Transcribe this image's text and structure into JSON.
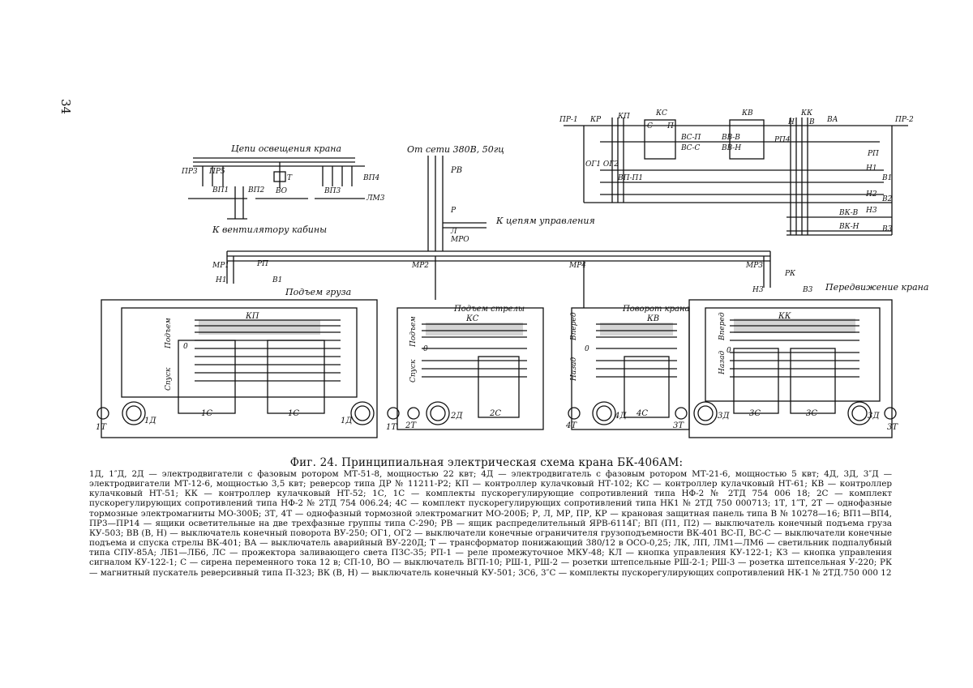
{
  "page_number": "34",
  "caption": "Фиг. 24. Принципиальная электрическая схема крана БК-406АМ:",
  "diagram_labels": {
    "lighting_title": "Цепи освещения крана",
    "cabin_fan": "К вентилятору кабины",
    "power_supply": "От сети 380В, 50гц",
    "to_control": "К цепям управления",
    "hoist_title": "Подъем груза",
    "boom_title": "Подъем стрелы",
    "slew_title": "Поворот крана",
    "travel_title": "Передвижение крана",
    "kp": "КП",
    "ks": "КС",
    "kv": "КВ",
    "kk": "КК",
    "rv": "РВ",
    "rp": "РП",
    "rk": "РК",
    "mp1": "МР1",
    "mp2": "МР2",
    "mp3": "МР3",
    "mp4": "МР4",
    "mpo": "МРО",
    "p": "Р",
    "l": "Л",
    "n1": "Н1",
    "v1": "В1",
    "n3": "Н3",
    "v3": "В3",
    "up": "Подъем",
    "down": "Спуск",
    "forward": "Вперед",
    "back": "Назад",
    "zero": "0",
    "m1d": "1Д",
    "m1d2": "1Д",
    "m2d": "2Д",
    "m4d": "4Д",
    "m3d": "3Д",
    "m3d2": "3Д",
    "t1": "1Т",
    "t1b": "1Т",
    "t2": "2Т",
    "t4": "4Т",
    "t3": "3Т",
    "t3b": "3Т",
    "r1c": "1С",
    "r1c2": "1С",
    "r2c": "2С",
    "r4c": "4С",
    "r3c": "3С",
    "r3c2": "3С",
    "pr1": "ПР-1",
    "pr2": "ПР-2",
    "kr": "КР",
    "vs_p": "ВС-П",
    "vs_s": "ВС-С",
    "vv_v": "ВВ-В",
    "vv_n": "ВВ-Н",
    "og": "ОГ1 ОГ2",
    "vp_p1": "ВП-П1",
    "vk_v": "ВК-В",
    "vk_n": "ВК-Н",
    "rp4": "РП4",
    "va": "ВА",
    "hdr_n": "Н",
    "hdr_v": "В",
    "hdr_s": "С",
    "hdr_p": "П",
    "hdr_kp": "КП",
    "b1": "В1",
    "b2": "В2",
    "b3": "В3",
    "h1": "Н1",
    "h2": "Н2",
    "h3": "Н3",
    "pr3": "ПР3",
    "pr5": "ПР5",
    "vp1": "ВП1",
    "vp2": "ВП2",
    "vp3": "ВП3",
    "vp4": "ВП4",
    "lm3": "ЛМ3",
    "t_trans": "Т",
    "vo": "ВО"
  },
  "legend": "1Д, 1″Д, 2Д — электродвигатели с фазовым ротором МТ-51-8, мощностью 22 квт; 4Д — электродвигатель с фазовым ротором МТ-21-6, мощностью 5 квт; 4Д, 3Д, 3″Д — электродвигатели МТ-12-6, мощностью 3,5 квт; реверсор типа ДР № 11211-Р2; КП — контроллер кулачковый НТ-102; КС — контроллер кулачковый НТ-61; КВ — контроллер кулачковый НТ-51; КК — контроллер кулачковый НТ-52; 1С, 1С — комплекты пускорегулирующие сопротивлений типа НФ-2 № 2ТД 754 006 18; 2С — комплект пускорегулирующих сопротивлений типа НФ-2 № 2ТД 754 006.24; 4С — комплект пускорегулирующих сопротивлений типа НК1 № 2ТД 750 000713; 1Т, 1″Т, 2Т — однофазные тормозные электромагниты МО-300Б; 3Т, 4Т — однофазный тормозной электромагнит МО-200Б; Р, Л, МР, ПР, КР — крановая защитная панель типа В № 10278—16; ВП1—ВП4, ПР3—ПР14 — ящики осветительные на две трехфазные группы типа С-290; РВ — ящик распределительный ЯРВ-6114Г; ВП (П1, П2) — выключатель конечный подъема груза КУ-503; ВВ (В, Н) — выключатель конечный поворота ВУ-250; ОГ1, ОГ2 — выключатели конечные ограничителя грузоподъемности ВК-401 ВС-П, ВС-С — выключатели конечные подъема и спуска стрелы ВК-401; ВА — выключатель аварийный ВУ-220Д; Т — трансформатор понижающий 380/12 в ОСО-0,25; ЛК, ЛП, ЛМ1—ЛМ6 — светильник подпалубный типа СПУ-85А; ЛБ1—ЛБ6, ЛС — прожектора заливающего света ПЗС-35; РП-1 — реле промежуточное МКУ-48; КЛ — кнопка управления КУ-122-1; КЗ — кнопка управления сигналом КУ-122-1; С — сирена переменного тока 12 в; СП-10, ВО — выключатель ВГП-10; РШ-1, РШ-2 — розетки штепсельные РШ-2-1; РШ-3 — розетка штепсельная У-220; РК — магнитный пускатель реверсивный типа П-323; ВК (В, Н) — выключатель конечный КУ-501; 3С6, 3″С — комплекты пускорегулирующих сопротивлений НК-1 № 2ТД.750 000 12"
}
